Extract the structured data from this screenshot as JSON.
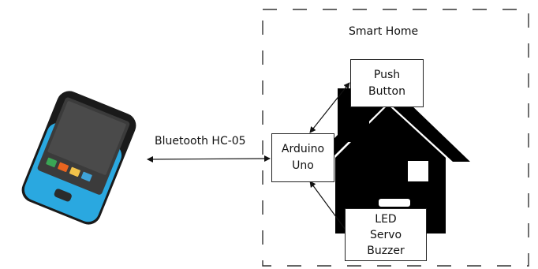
{
  "diagram": {
    "region_title": "Smart Home",
    "link_label": "Bluetooth HC-05",
    "controller": {
      "line1": "Arduino",
      "line2": "Uno"
    },
    "input": {
      "line1": "Push",
      "line2": "Button"
    },
    "outputs": {
      "line1": "LED",
      "line2": "Servo",
      "line3": "Buzzer"
    },
    "house_icon": "house-icon",
    "phone_icon": "smartphone-icon",
    "phone_app_colors": [
      "#3aa655",
      "#e8641f",
      "#f2c24a",
      "#3fa3d8"
    ],
    "phone_body_color": "#2aa8e0"
  }
}
